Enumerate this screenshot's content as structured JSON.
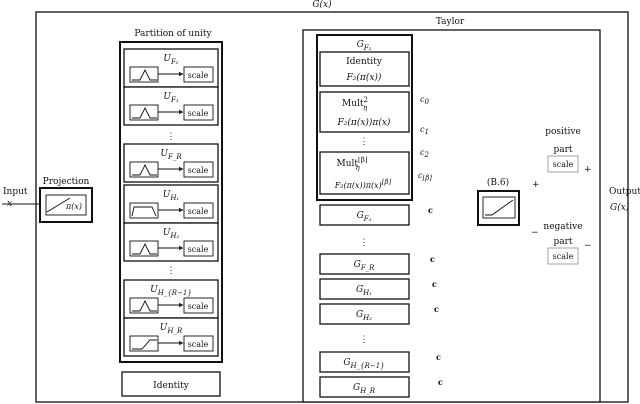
{
  "title": "G(x)",
  "input": {
    "label": "Input",
    "var": "x"
  },
  "output": {
    "label": "Output",
    "var": "G(x)"
  },
  "projection": {
    "title": "Projection",
    "func": "π(x)"
  },
  "partition": {
    "title": "Partition of unity",
    "units": [
      {
        "label": "U_F2",
        "base": "U",
        "sub": "F₂"
      },
      {
        "label": "U_F3",
        "base": "U",
        "sub": "F₃"
      },
      {
        "label": "U_FR",
        "base": "U",
        "sub": "F_R"
      },
      {
        "label": "U_H1",
        "base": "U",
        "sub": "H₁"
      },
      {
        "label": "U_H2",
        "base": "U",
        "sub": "H₂"
      },
      {
        "label": "U_HR-1",
        "base": "U",
        "sub": "H_{R−1}"
      },
      {
        "label": "U_HR",
        "base": "U",
        "sub": "H_R"
      }
    ],
    "scale_label": "scale",
    "ellipsis": "⋮",
    "identity_label": "Identity"
  },
  "taylor": {
    "title": "Taylor",
    "gf2": {
      "title_base": "G",
      "title_sub": "F₂",
      "identity_label": "Identity",
      "identity_formula": "F₂(π(x))",
      "mult2_label": "Mult",
      "mult2_sup": "2",
      "mult2_sub": "η",
      "mult2_formula": "F₂(π(x))π(x)",
      "multb_label": "Mult",
      "multb_sup": "⌊β⌋",
      "multb_sub": "η",
      "multb_formula": "F₂(π(x))π(x)",
      "multb_formula_sup": "⌊β⌋",
      "ellipsis": "⋮"
    },
    "blocks": [
      {
        "base": "G",
        "sub": "F₃"
      },
      {
        "base": "G",
        "sub": "F_R"
      },
      {
        "base": "G",
        "sub": "H₁"
      },
      {
        "base": "G",
        "sub": "H₂"
      },
      {
        "base": "G",
        "sub": "H_{R−1}"
      },
      {
        "base": "G",
        "sub": "H_R"
      }
    ],
    "ellipsis": "⋮",
    "coef": "c",
    "coef_labels": [
      {
        "base": "c",
        "sub": "0"
      },
      {
        "base": "c",
        "sub": "1"
      },
      {
        "base": "c",
        "sub": "2"
      },
      {
        "base": "c",
        "sub": "⌊β⌋"
      }
    ]
  },
  "combiner": {
    "label": "(B.6)"
  },
  "positive": {
    "line1": "positive",
    "line2": "part",
    "scale_label": "scale",
    "sign": "+"
  },
  "negative": {
    "line1": "negative",
    "line2": "part",
    "scale_label": "scale",
    "sign": "−"
  },
  "colors": {
    "stroke": "#111111",
    "background": "#ffffff"
  }
}
